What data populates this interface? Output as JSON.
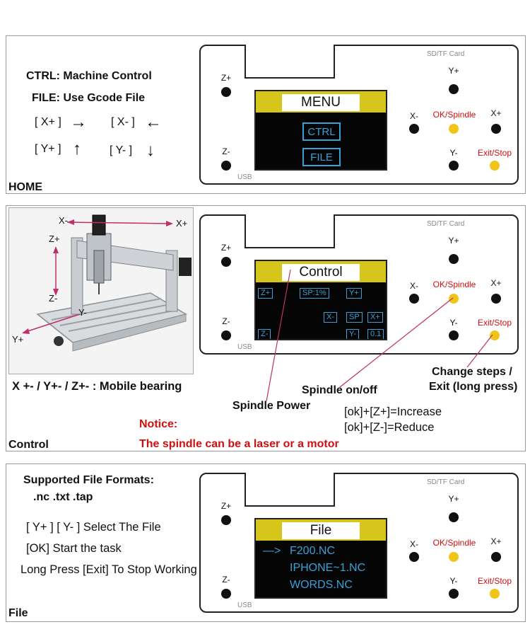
{
  "home": {
    "panel_label": "HOME",
    "lines": {
      "ctrl": "CTRL: Machine Control",
      "file": "FILE: Use Gcode File"
    },
    "keys": {
      "xplus": "[ X+ ]",
      "xminus": "[ X- ]",
      "yplus": "[ Y+ ]",
      "yminus": "[ Y- ]"
    },
    "screen": {
      "title": "MENU",
      "items": [
        "CTRL",
        "FILE"
      ]
    }
  },
  "board": {
    "card_label": "SD/TF Card",
    "usb_label": "USB",
    "zplus": "Z+",
    "zminus": "Z-",
    "yplus": "Y+",
    "yminus": "Y-",
    "xplus": "X+",
    "xminus": "X-",
    "ok": "OK/Spindle",
    "exit": "Exit/Stop"
  },
  "control": {
    "panel_label": "Control",
    "screen": {
      "title": "Control",
      "zplus": "Z+",
      "sp": "SP:1%",
      "yplus": "Y+",
      "xminus": "X-",
      "spbtn": "SP",
      "xplus": "X+",
      "zminus": "Z-",
      "yminus": "Y-",
      "step": "0.1"
    },
    "machine_axes": {
      "xminus": "X-",
      "xplus": "X+",
      "zplus": "Z+",
      "zminus": "Z-",
      "yminus": "Y-",
      "yplus": "Y+"
    },
    "mobile_bearing": "X +- / Y+- / Z+- : Mobile bearing",
    "spindle_onoff": "Spindle on/off",
    "spindle_power": "Spindle Power",
    "change_steps_1": "Change steps /",
    "change_steps_2": "Exit (long press)",
    "increase": "[ok]+[Z+]=Increase",
    "reduce": "[ok]+[Z-]=Reduce",
    "notice": "Notice:",
    "notice_text": "The spindle can be a laser or a motor"
  },
  "file": {
    "panel_label": "File",
    "formats_title": "Supported File Formats:",
    "formats": ".nc .txt .tap",
    "select": "[ Y+ ] [ Y- ]  Select The File",
    "start": "[OK] Start the task",
    "stop": "Long Press [Exit] To Stop Working",
    "screen": {
      "title": "File",
      "pointer": "—>",
      "files": [
        "F200.NC",
        "IPHONE~1.NC",
        "WORDS.NC"
      ]
    }
  },
  "colors": {
    "accent_yellow": "#f0c419",
    "lcd_blue": "#3aa0d8",
    "header_yellow": "#d6c61c",
    "notice_red": "#d01010"
  }
}
